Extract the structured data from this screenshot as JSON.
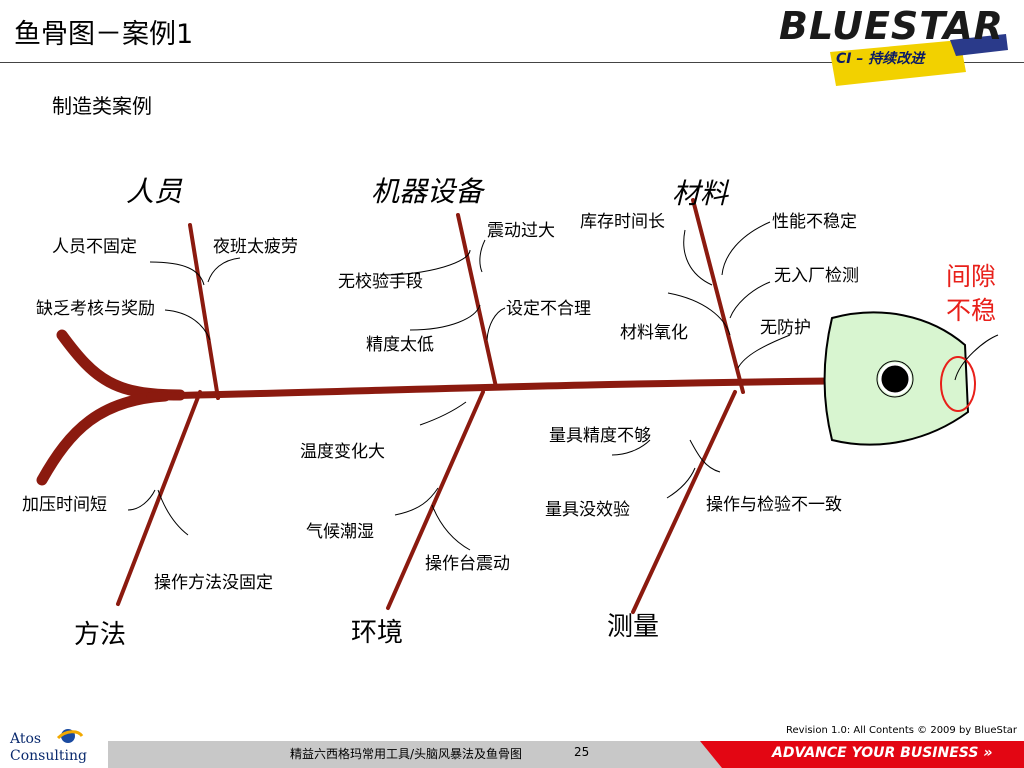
{
  "header": {
    "title": "鱼骨图－案例1",
    "subtitle": "制造类案例"
  },
  "logo": {
    "brand": "BLUESTAR",
    "badge": "CI – 持续改进"
  },
  "diagram": {
    "effect": {
      "line1": "间隙",
      "line2": "不稳"
    },
    "categories": {
      "people": "人员",
      "machine": "机器设备",
      "material": "材料",
      "method": "方法",
      "environment": "环境",
      "measurement": "测量"
    },
    "causes": {
      "people": [
        "人员不固定",
        "夜班太疲劳",
        "缺乏考核与奖励"
      ],
      "machine": [
        "震动过大",
        "无校验手段",
        "设定不合理",
        "精度太低"
      ],
      "material": [
        "库存时间长",
        "性能不稳定",
        "无入厂检测",
        "材料氧化",
        "无防护"
      ],
      "method": [
        "加压时间短",
        "操作方法没固定"
      ],
      "environment": [
        "温度变化大",
        "气候潮湿",
        "操作台震动"
      ],
      "measurement": [
        "量具精度不够",
        "量具没效验",
        "操作与检验不一致"
      ]
    },
    "colors": {
      "bone": "#8b1a0f",
      "head_fill": "#d8f5d0",
      "effect": "#e8201a"
    }
  },
  "footer": {
    "revision": "Revision 1.0: All Contents © 2009 by BlueStar",
    "course": "精益六西格玛常用工具/头脑风暴法及鱼骨图",
    "page": "25",
    "slogan": "ADVANCE YOUR BUSINESS »",
    "partner_line1": "Atos",
    "partner_line2": "Consulting"
  }
}
